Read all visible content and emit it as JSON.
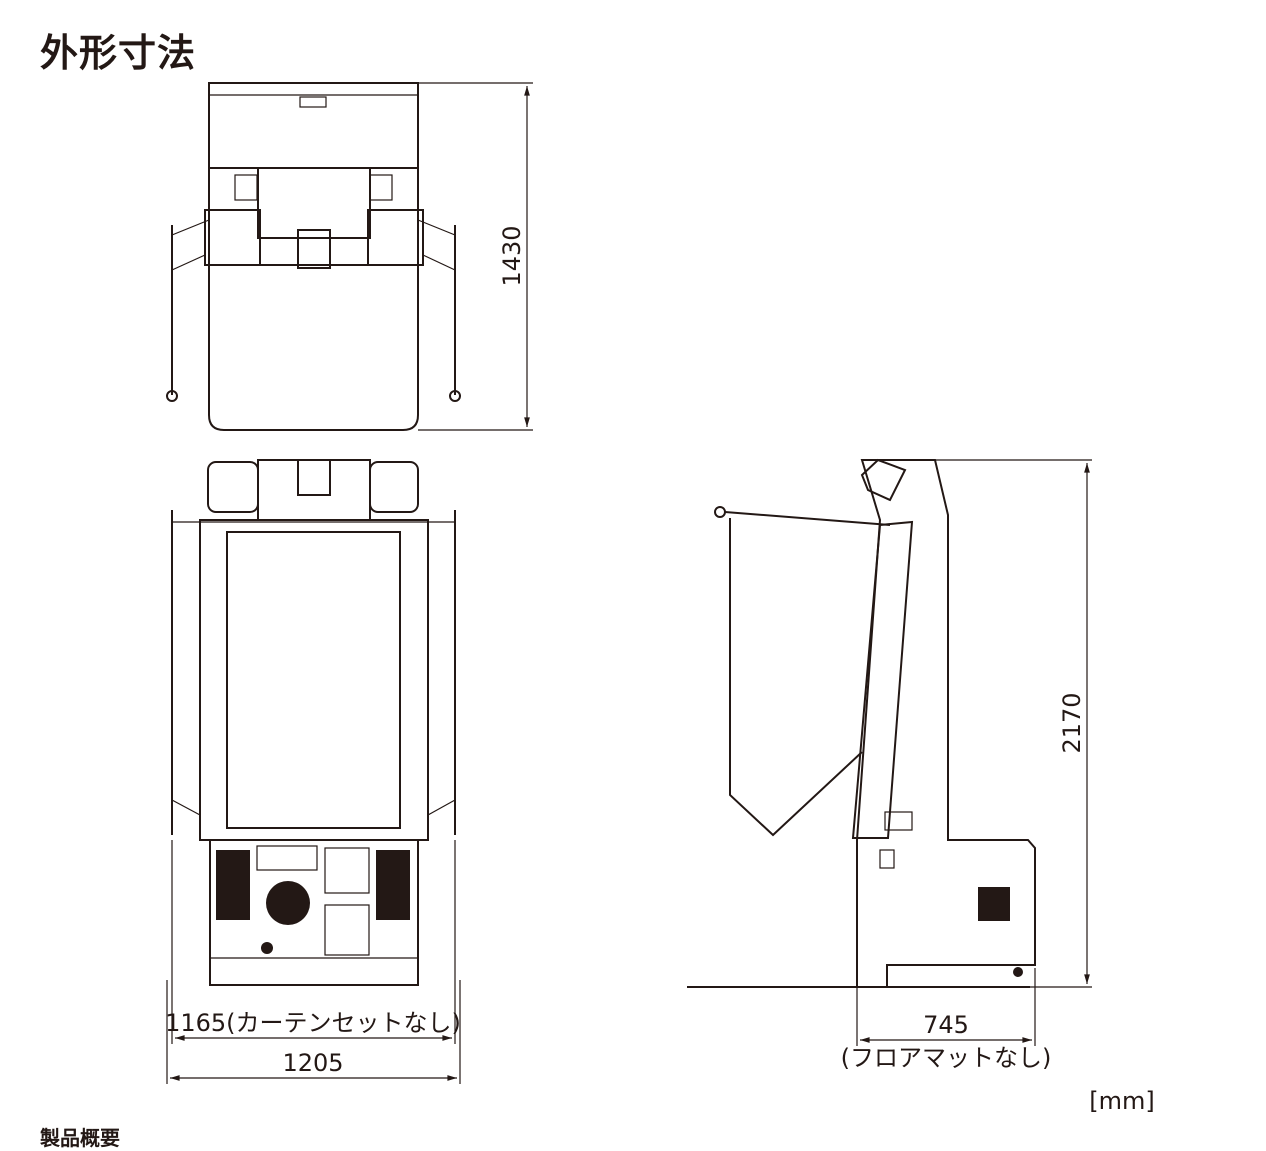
{
  "heading": "外形寸法",
  "footer_heading": "製品概要",
  "unit": "[mm]",
  "dimensions": {
    "depth_top": "1430",
    "width_no_curtain": "1165(カーテンセットなし)",
    "width_total": "1205",
    "height": "2170",
    "side_depth": "745",
    "side_depth_note": "(フロアマットなし)"
  }
}
